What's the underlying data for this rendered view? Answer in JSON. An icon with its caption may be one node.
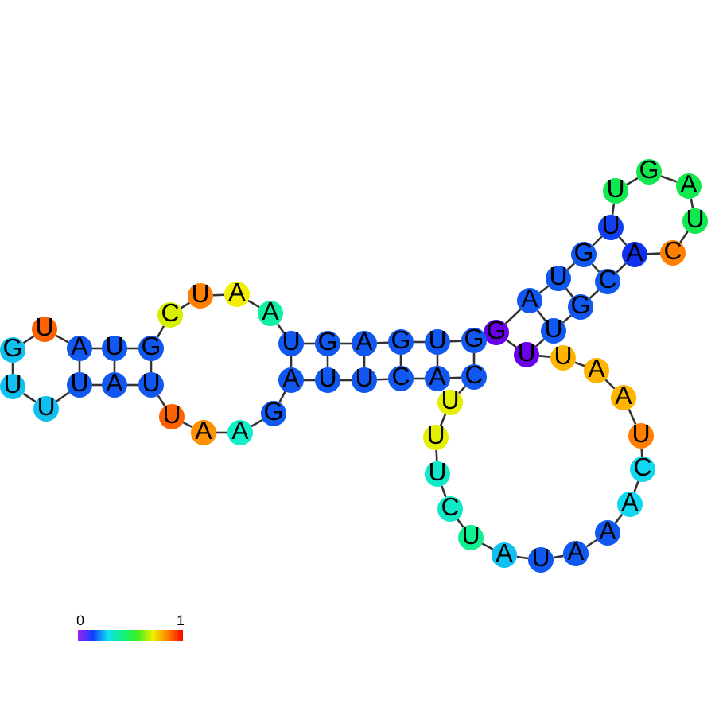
{
  "diagram": {
    "nodes": [
      {
        "text": [
          "G"
        ]
      },
      {
        "text": [
          "A"
        ]
      },
      {
        "text": [
          "U"
        ]
      },
      {
        "text": [
          "G"
        ]
      },
      {
        "text": [
          "U"
        ]
      },
      {
        "text": [
          "U"
        ]
      },
      {
        "text": [
          "G"
        ]
      },
      {
        "text": [
          "A"
        ]
      },
      {
        "text": [
          "U"
        ]
      },
      {
        "text": [
          "C"
        ]
      },
      {
        "text": [
          "A"
        ]
      },
      {
        "text": [
          "C"
        ]
      },
      {
        "text": [
          "G"
        ]
      },
      {
        "text": [
          "U"
        ]
      },
      {
        "text": [
          "U"
        ]
      },
      {
        "text": [
          "U"
        ]
      },
      {
        "text": [
          "A"
        ]
      },
      {
        "text": [
          "A"
        ]
      },
      {
        "text": [
          "U"
        ]
      },
      {
        "text": [
          "C"
        ]
      },
      {
        "text": [
          "A"
        ]
      },
      {
        "text": [
          "A"
        ]
      },
      {
        "text": [
          "A"
        ]
      },
      {
        "text": [
          "U"
        ]
      },
      {
        "text": [
          "A"
        ]
      },
      {
        "text": [
          "U"
        ]
      },
      {
        "text": [
          "C"
        ]
      },
      {
        "text": [
          "U"
        ]
      },
      {
        "text": [
          "U"
        ]
      },
      {
        "text": [
          "U"
        ]
      },
      {
        "text": [
          "C"
        ]
      },
      {
        "text": [
          "A"
        ]
      },
      {
        "text": [
          "C"
        ]
      },
      {
        "text": [
          "U"
        ]
      },
      {
        "text": [
          "U"
        ]
      },
      {
        "text": [
          "A"
        ]
      },
      {
        "text": [
          "G"
        ]
      },
      {
        "text": [
          "A"
        ]
      },
      {
        "text": [
          "A"
        ]
      },
      {
        "text": [
          "U"
        ]
      },
      {
        "text": [
          "U"
        ]
      },
      {
        "text": [
          "A"
        ]
      },
      {
        "text": [
          "U"
        ]
      },
      {
        "text": [
          "U"
        ]
      },
      {
        "text": [
          "U"
        ]
      },
      {
        "text": [
          "G"
        ]
      },
      {
        "text": [
          "U"
        ]
      },
      {
        "text": [
          "A"
        ]
      },
      {
        "text": [
          "U"
        ]
      },
      {
        "text": [
          "G"
        ]
      },
      {
        "text": [
          "C"
        ]
      },
      {
        "text": [
          "U"
        ]
      },
      {
        "text": [
          "A"
        ]
      },
      {
        "text": [
          "A"
        ]
      },
      {
        "text": [
          "U"
        ]
      },
      {
        "text": [
          "G"
        ]
      },
      {
        "text": [
          "A"
        ]
      },
      {
        "text": [
          "G"
        ]
      },
      {
        "text": [
          "U"
        ]
      },
      {
        "text": [
          "G"
        ]
      }
    ],
    "edges": [
      {
        "from": 0,
        "to": 1,
        "arrow": "none"
      },
      {
        "from": 1,
        "to": 2,
        "arrow": "none"
      },
      {
        "from": 2,
        "to": 3,
        "arrow": "none"
      },
      {
        "from": 3,
        "to": 4,
        "arrow": "none"
      },
      {
        "from": 4,
        "to": 5,
        "arrow": "none"
      },
      {
        "from": 5,
        "to": 6,
        "arrow": "none"
      },
      {
        "from": 6,
        "to": 7,
        "arrow": "none"
      },
      {
        "from": 7,
        "to": 8,
        "arrow": "none"
      },
      {
        "from": 8,
        "to": 9,
        "arrow": "none"
      },
      {
        "from": 9,
        "to": 10,
        "arrow": "none"
      },
      {
        "from": 10,
        "to": 11,
        "arrow": "none"
      },
      {
        "from": 11,
        "to": 12,
        "arrow": "none"
      },
      {
        "from": 12,
        "to": 13,
        "arrow": "none"
      },
      {
        "from": 13,
        "to": 14,
        "arrow": "none"
      },
      {
        "from": 14,
        "to": 15,
        "arrow": "none"
      },
      {
        "from": 15,
        "to": 16,
        "arrow": "none"
      },
      {
        "from": 16,
        "to": 17,
        "arrow": "none"
      },
      {
        "from": 17,
        "to": 18,
        "arrow": "none"
      },
      {
        "from": 18,
        "to": 19,
        "arrow": "none"
      },
      {
        "from": 19,
        "to": 20,
        "arrow": "none"
      },
      {
        "from": 20,
        "to": 21,
        "arrow": "none"
      },
      {
        "from": 21,
        "to": 22,
        "arrow": "none"
      },
      {
        "from": 22,
        "to": 23,
        "arrow": "none"
      },
      {
        "from": 23,
        "to": 24,
        "arrow": "none"
      },
      {
        "from": 24,
        "to": 25,
        "arrow": "none"
      },
      {
        "from": 25,
        "to": 26,
        "arrow": "none"
      },
      {
        "from": 26,
        "to": 27,
        "arrow": "none"
      },
      {
        "from": 27,
        "to": 28,
        "arrow": "none"
      },
      {
        "from": 28,
        "to": 29,
        "arrow": "none"
      },
      {
        "from": 29,
        "to": 30,
        "arrow": "none"
      },
      {
        "from": 30,
        "to": 31,
        "arrow": "none"
      },
      {
        "from": 31,
        "to": 32,
        "arrow": "none"
      },
      {
        "from": 32,
        "to": 33,
        "arrow": "none"
      },
      {
        "from": 33,
        "to": 34,
        "arrow": "none"
      },
      {
        "from": 34,
        "to": 35,
        "arrow": "none"
      },
      {
        "from": 35,
        "to": 36,
        "arrow": "none"
      },
      {
        "from": 36,
        "to": 37,
        "arrow": "none"
      },
      {
        "from": 37,
        "to": 38,
        "arrow": "none"
      },
      {
        "from": 38,
        "to": 39,
        "arrow": "none"
      },
      {
        "from": 39,
        "to": 40,
        "arrow": "none"
      },
      {
        "from": 40,
        "to": 41,
        "arrow": "none"
      },
      {
        "from": 41,
        "to": 42,
        "arrow": "none"
      },
      {
        "from": 42,
        "to": 43,
        "arrow": "none"
      },
      {
        "from": 43,
        "to": 44,
        "arrow": "none"
      },
      {
        "from": 44,
        "to": 45,
        "arrow": "none"
      },
      {
        "from": 45,
        "to": 46,
        "arrow": "none"
      },
      {
        "from": 46,
        "to": 47,
        "arrow": "none"
      },
      {
        "from": 47,
        "to": 48,
        "arrow": "none"
      },
      {
        "from": 48,
        "to": 49,
        "arrow": "none"
      },
      {
        "from": 49,
        "to": 50,
        "arrow": "none"
      },
      {
        "from": 50,
        "to": 51,
        "arrow": "none"
      },
      {
        "from": 51,
        "to": 52,
        "arrow": "none"
      },
      {
        "from": 52,
        "to": 53,
        "arrow": "none"
      },
      {
        "from": 53,
        "to": 54,
        "arrow": "none"
      },
      {
        "from": 54,
        "to": 55,
        "arrow": "none"
      },
      {
        "from": 55,
        "to": 56,
        "arrow": "none"
      },
      {
        "from": 56,
        "to": 57,
        "arrow": "none"
      },
      {
        "from": 57,
        "to": 58,
        "arrow": "none"
      },
      {
        "from": 58,
        "to": 59,
        "arrow": "none"
      },
      {
        "from": 0,
        "to": 14,
        "arrow": "none"
      },
      {
        "from": 1,
        "to": 13,
        "arrow": "none"
      },
      {
        "from": 2,
        "to": 12,
        "arrow": "none"
      },
      {
        "from": 3,
        "to": 11,
        "arrow": "none"
      },
      {
        "from": 4,
        "to": 10,
        "arrow": "none"
      },
      {
        "from": 30,
        "to": 59,
        "arrow": "none"
      },
      {
        "from": 31,
        "to": 58,
        "arrow": "none"
      },
      {
        "from": 32,
        "to": 57,
        "arrow": "none"
      },
      {
        "from": 33,
        "to": 56,
        "arrow": "none"
      },
      {
        "from": 34,
        "to": 55,
        "arrow": "none"
      },
      {
        "from": 35,
        "to": 54,
        "arrow": "none"
      },
      {
        "from": 40,
        "to": 49,
        "arrow": "none"
      },
      {
        "from": 41,
        "to": 48,
        "arrow": "none"
      },
      {
        "from": 42,
        "to": 47,
        "arrow": "none"
      }
    ],
    "labels": [
      "0",
      "1"
    ]
  }
}
